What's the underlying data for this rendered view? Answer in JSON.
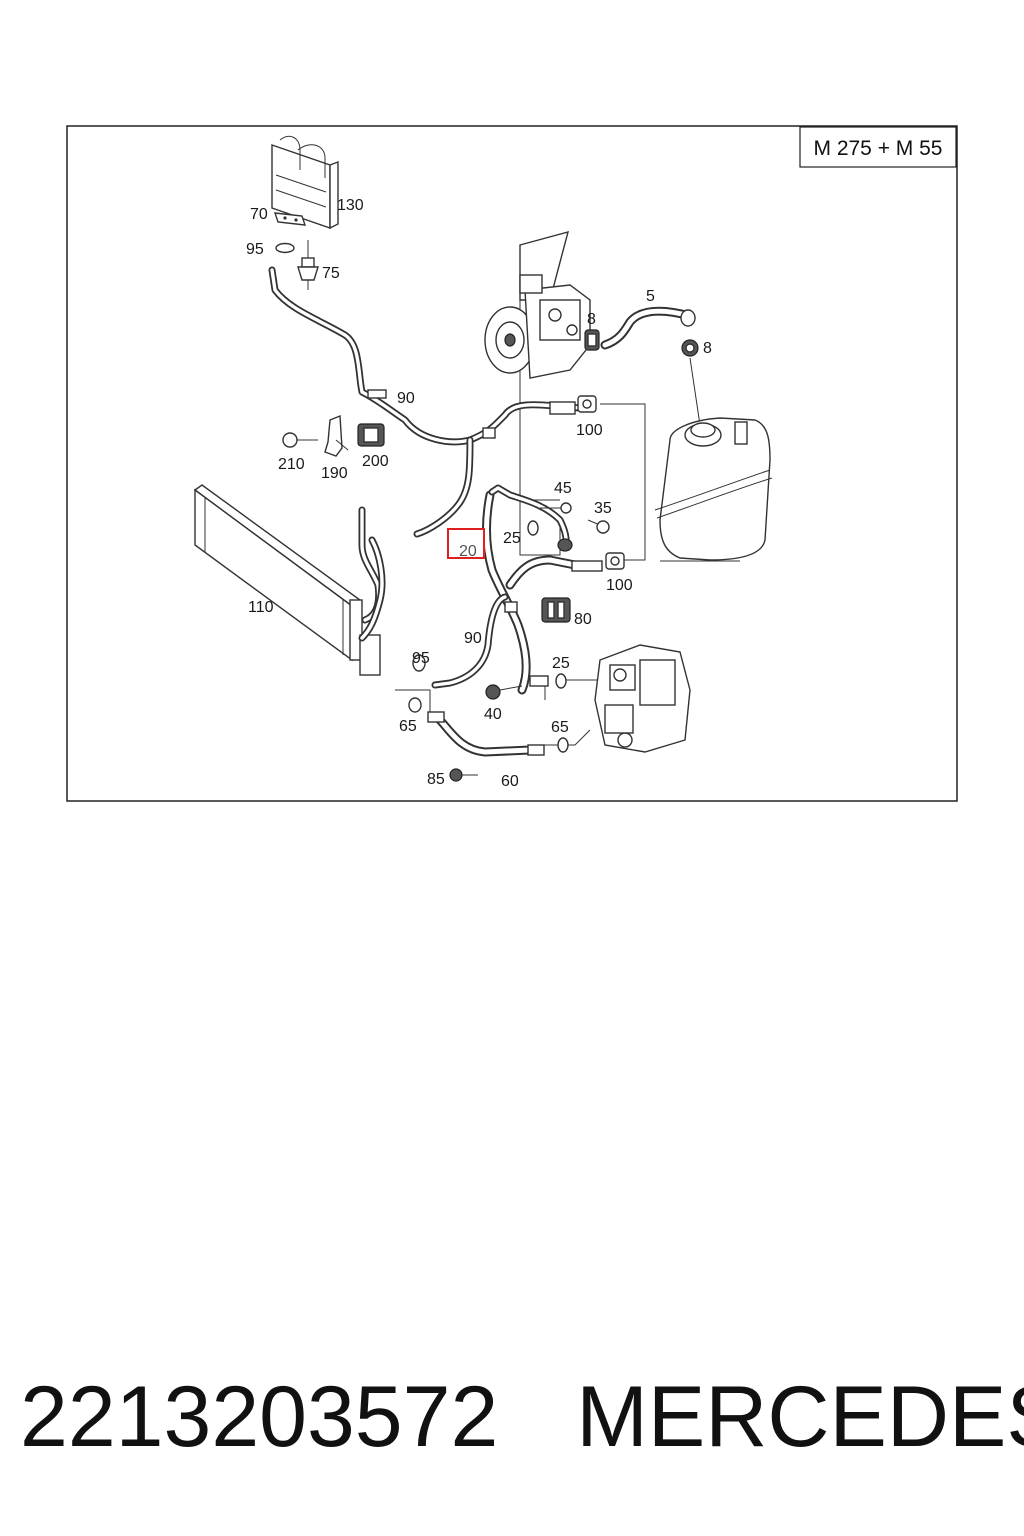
{
  "diagram": {
    "model_label": "M 275 + M 55",
    "highlighted_callout": "20",
    "callouts": {
      "c130": "130",
      "c70": "70",
      "c95a": "95",
      "c75": "75",
      "c90a": "90",
      "c5": "5",
      "c8a": "8",
      "c8b": "8",
      "c100a": "100",
      "c210": "210",
      "c190": "190",
      "c200": "200",
      "c45": "45",
      "c35": "35",
      "c25a": "25",
      "c20": "20",
      "c100b": "100",
      "c110": "110",
      "c80": "80",
      "c90b": "90",
      "c95b": "95",
      "c25b": "25",
      "c40": "40",
      "c65a": "65",
      "c65b": "65",
      "c85": "85",
      "c60": "60"
    }
  },
  "caption": {
    "part_number": "2213203572",
    "brand": "MERCEDES"
  },
  "colors": {
    "highlight": "#e02020",
    "line": "#333333"
  }
}
